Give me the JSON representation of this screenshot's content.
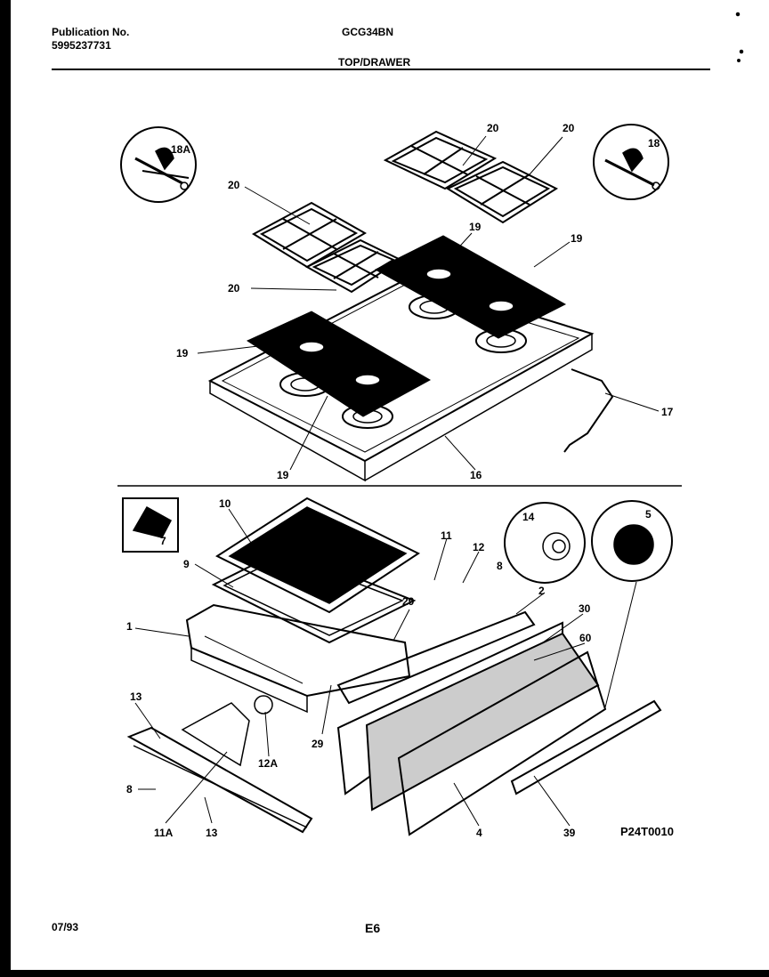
{
  "header": {
    "publication_label": "Publication No.",
    "publication_number": "5995237731",
    "model": "GCG34BN",
    "section": "TOP/DRAWER"
  },
  "footer": {
    "date": "07/93",
    "page": "E6"
  },
  "diagram_code": "P24T0010",
  "callouts": {
    "c18A": "18A",
    "c18": "18",
    "c20a": "20",
    "c20b": "20",
    "c20c": "20",
    "c20d": "20",
    "c19a": "19",
    "c19b": "19",
    "c19c": "19",
    "c19d": "19",
    "c17": "17",
    "c16": "16",
    "c10": "10",
    "c7": "7",
    "c9": "9",
    "c11": "11",
    "c12": "12",
    "c8a": "8",
    "c14": "14",
    "c5": "5",
    "c1": "1",
    "c29a": "29",
    "c2": "2",
    "c30": "30",
    "c60": "60",
    "c13a": "13",
    "c29b": "29",
    "c12A": "12A",
    "c8b": "8",
    "c11A": "11A",
    "c13b": "13",
    "c4": "4",
    "c39": "39"
  }
}
